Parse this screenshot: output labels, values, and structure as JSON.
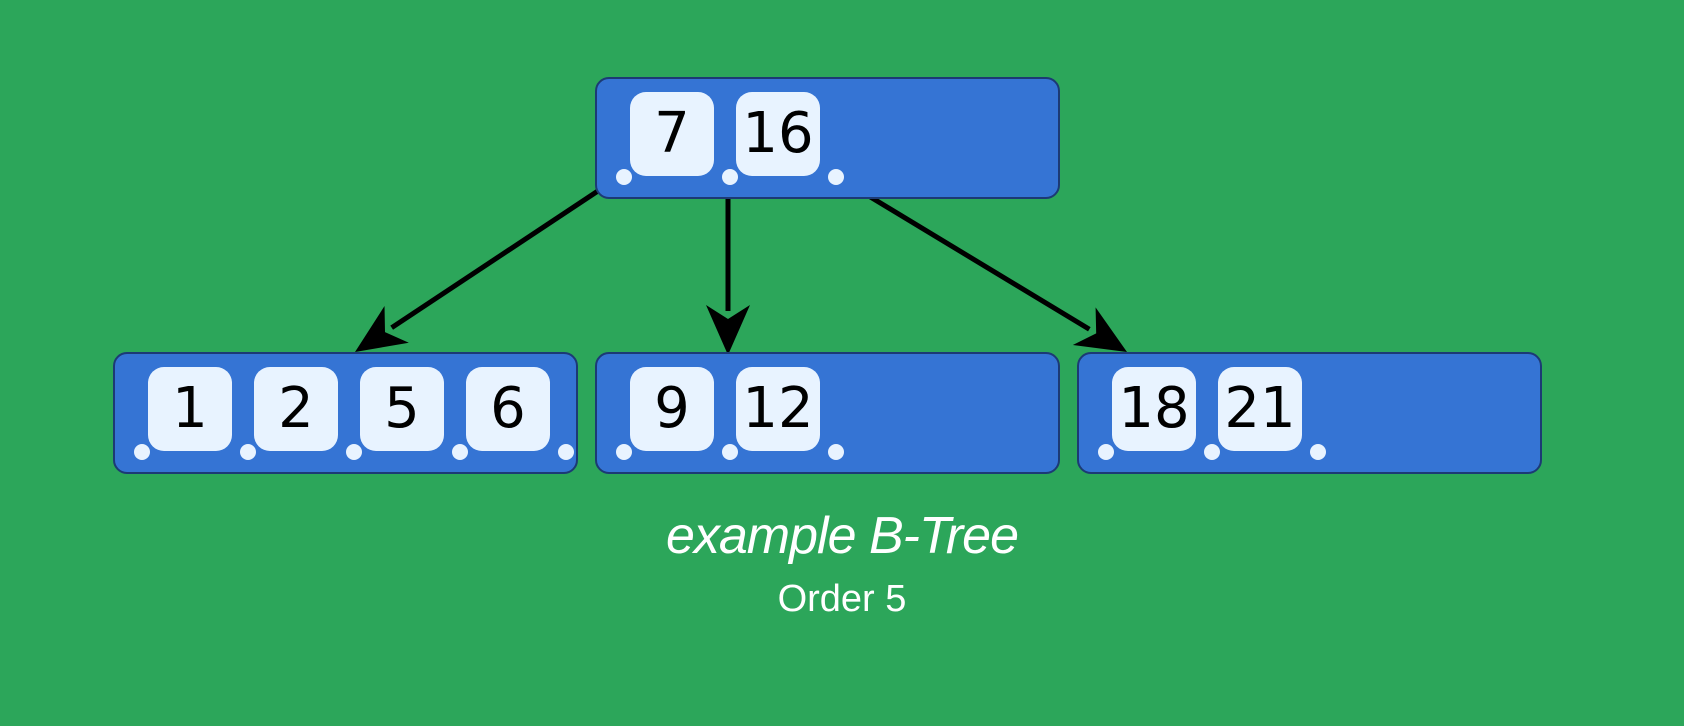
{
  "diagram": {
    "title": "example B-Tree",
    "subtitle": "Order 5",
    "colors": {
      "background": "#2ca65a",
      "node_fill": "#3574d4",
      "node_border": "#1c3a74",
      "key_fill": "#e8f3ff",
      "edge": "#000000"
    },
    "root": {
      "keys": [
        "7",
        "16"
      ]
    },
    "children": [
      {
        "keys": [
          "1",
          "2",
          "5",
          "6"
        ]
      },
      {
        "keys": [
          "9",
          "12"
        ]
      },
      {
        "keys": [
          "18",
          "21"
        ]
      }
    ]
  }
}
